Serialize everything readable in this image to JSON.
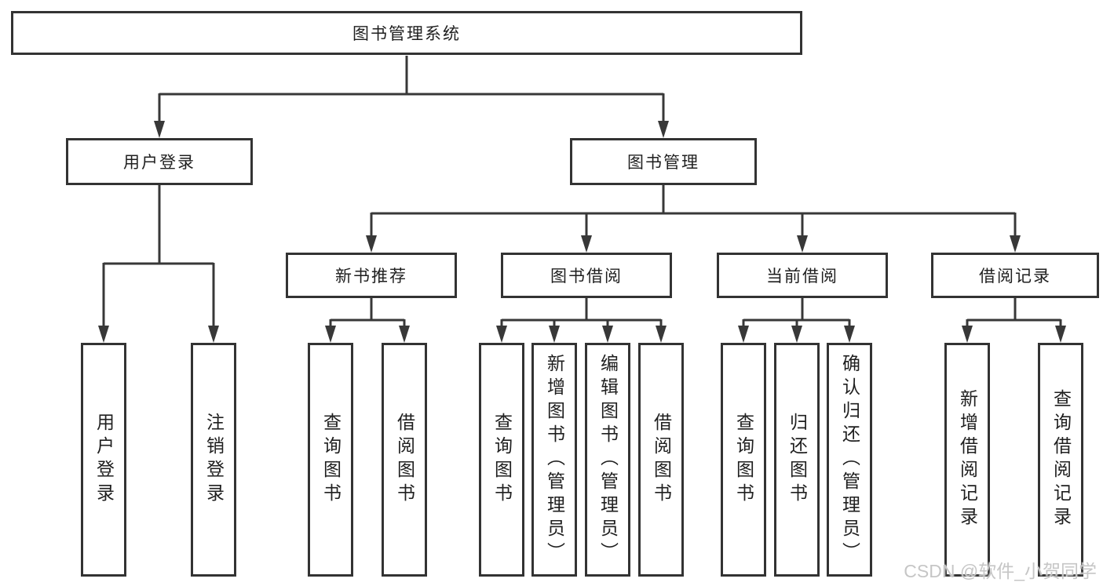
{
  "tree": {
    "root": {
      "label": "图书管理系统",
      "children": [
        {
          "label": "用户登录",
          "children": [
            {
              "label": "用户登录"
            },
            {
              "label": "注销登录"
            }
          ]
        },
        {
          "label": "图书管理",
          "children": [
            {
              "label": "新书推荐",
              "children": [
                {
                  "label": "查询图书"
                },
                {
                  "label": "借阅图书"
                }
              ]
            },
            {
              "label": "图书借阅",
              "children": [
                {
                  "label": "查询图书"
                },
                {
                  "label": "新增图书（管理员）"
                },
                {
                  "label": "编辑图书（管理员）"
                },
                {
                  "label": "借阅图书"
                }
              ]
            },
            {
              "label": "当前借阅",
              "children": [
                {
                  "label": "查询图书"
                },
                {
                  "label": "归还图书"
                },
                {
                  "label": "确认归还（管理员）"
                }
              ]
            },
            {
              "label": "借阅记录",
              "children": [
                {
                  "label": "新增借阅记录"
                },
                {
                  "label": "查询借阅记录"
                }
              ]
            }
          ]
        }
      ]
    }
  },
  "watermark": {
    "text": "CSDN @软件_小贺同学"
  },
  "colors": {
    "background": "#ffffff",
    "line": "#383838",
    "box_border": "#333333",
    "text": "#1f1f1f",
    "watermark": "#c6c6c6"
  }
}
